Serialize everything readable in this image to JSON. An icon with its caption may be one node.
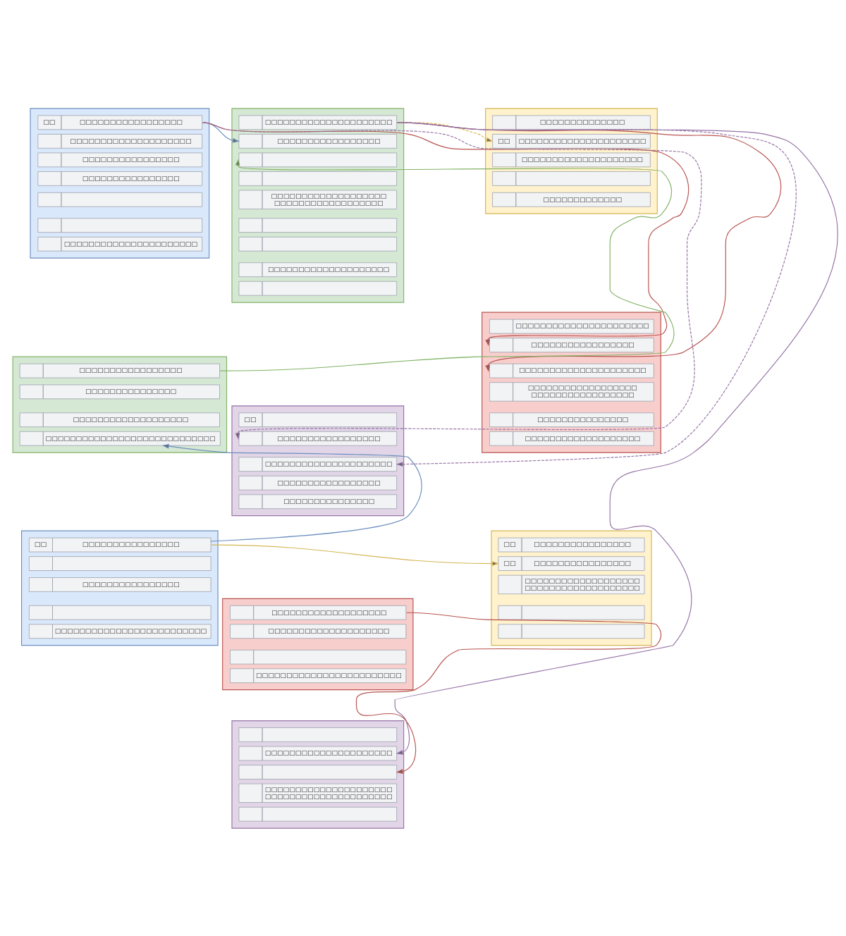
{
  "diagram": {
    "nodes": [
      {
        "text": [],
        "shape": "box"
      },
      {
        "text": [
          "□□",
          "□□□□□□□□□□□□□□□□□"
        ],
        "in": 0
      },
      {
        "text": [
          "□□□□□□□□□□□□□□□□□□□□"
        ],
        "in": 0
      },
      {
        "text": [
          "□□□□□□□□□□□□□□□□"
        ],
        "in": 0
      },
      {
        "text": [
          "□□□□□□□□□□□□□□□□"
        ],
        "in": 0
      },
      {
        "text": [],
        "shape": "box",
        "in": 0
      },
      {
        "text": [],
        "shape": "box",
        "in": 0
      },
      {
        "text": [
          "□□□□□□□□□□□□□□□□□□□□□□"
        ],
        "in": 0
      },
      {
        "text": [],
        "shape": "box"
      },
      {
        "text": [
          "□□□□□□□□□□□□□□□□□□□□□"
        ],
        "in": 8
      },
      {
        "text": [
          "□□□□□□□□□□□□□□□□□"
        ],
        "in": 8
      },
      {
        "text": [],
        "shape": "box",
        "in": 8
      },
      {
        "text": [],
        "shape": "box",
        "in": 8
      },
      {
        "text": [
          "□□□□□□□□□□□□□□□□□□□□□□□□□□□□□□□□□□□□□"
        ],
        "in": 8
      },
      {
        "text": [],
        "shape": "box",
        "in": 8
      },
      {
        "text": [],
        "shape": "box",
        "in": 8
      },
      {
        "text": [
          "□□□□□□□□□□□□□□□□□□□□"
        ],
        "in": 8
      },
      {
        "text": [],
        "shape": "box",
        "in": 8
      },
      {
        "text": [],
        "shape": "box"
      },
      {
        "text": [
          "□□□□□□□□□□□□□□"
        ],
        "in": 18
      },
      {
        "text": [
          "□□",
          "□□□□□□□□□□□□□□□□□□□□□"
        ],
        "in": 18
      },
      {
        "text": [
          "□□□□□□□□□□□□□□□□□□□□"
        ],
        "in": 18
      },
      {
        "text": [],
        "shape": "box",
        "in": 18
      },
      {
        "text": [
          "□□□□□□□□□□□□□"
        ],
        "in": 18
      },
      {
        "text": [],
        "shape": "box"
      },
      {
        "text": [
          "□□□□□□□□□□□□□□□□□□□□□□"
        ],
        "in": 24
      },
      {
        "text": [
          "□□□□□□□□□□□□□□□□□"
        ],
        "in": 24
      },
      {
        "text": [
          "□□□□□□□□□□□□□□□□□□□□□"
        ],
        "in": 24
      },
      {
        "text": [
          "□□□□□□□□□□□□□□□□□□□□□□□□□□□□□□□□□□□"
        ],
        "in": 24
      },
      {
        "text": [
          "□□□□□□□□□□□□□□□"
        ],
        "in": 24
      },
      {
        "text": [
          "□□□□□□□□□□□□□□□□□□□"
        ],
        "in": 24
      },
      {
        "text": [],
        "shape": "box"
      },
      {
        "text": [
          "□□□□□□□□□□□□□□□□□"
        ],
        "in": 31
      },
      {
        "text": [
          "□□□□□□□□□□□□□□□"
        ],
        "in": 31
      },
      {
        "text": [
          "□□□□□□□□□□□□□□□□□□□"
        ],
        "in": 31
      },
      {
        "text": [
          "□□□□□□□□□□□□□□□□□□□□□□□□□□□□"
        ],
        "in": 31
      },
      {
        "text": [],
        "shape": "box"
      },
      {
        "text": [
          "□□"
        ],
        "in": 36
      },
      {
        "text": [
          "□□□□□□□□□□□□□□□□□"
        ],
        "in": 36
      },
      {
        "text": [
          "□□□□□□□□□□□□□□□□□□□□□"
        ],
        "in": 36
      },
      {
        "text": [
          "□□□□□□□□□□□□□□□□□"
        ],
        "in": 36
      },
      {
        "text": [
          "□□□□□□□□□□□□□□□"
        ],
        "in": 36
      },
      {
        "text": [],
        "shape": "box"
      },
      {
        "text": [
          "□□",
          "□□□□□□□□□□□□□□□□"
        ],
        "in": 42
      },
      {
        "text": [
          "□□",
          "□□□□□□□□□□□□□□□□"
        ],
        "in": 42
      },
      {
        "text": [
          "□□□□□□□□□□□□□□□□□□□□□□□□□□□□□□□□□□□□□□"
        ],
        "in": 42
      },
      {
        "text": [],
        "shape": "box",
        "in": 42
      },
      {
        "text": [],
        "shape": "box",
        "in": 42
      },
      {
        "text": [],
        "shape": "box"
      },
      {
        "text": [
          "□□",
          "□□□□□□□□□□□□□□□□"
        ],
        "in": 48
      },
      {
        "text": [],
        "shape": "box",
        "in": 48
      },
      {
        "text": [
          "□□□□□□□□□□□□□□□□"
        ],
        "in": 48
      },
      {
        "text": [],
        "shape": "box",
        "in": 48
      },
      {
        "text": [
          "□□□□□□□□□□□□□□□□□□□□□□□□□"
        ],
        "in": 48
      },
      {
        "text": [],
        "shape": "box"
      },
      {
        "text": [
          "□□□□□□□□□□□□□□□□□□□"
        ],
        "in": 54
      },
      {
        "text": [
          "□□□□□□□□□□□□□□□□□□□□"
        ],
        "in": 54
      },
      {
        "text": [],
        "shape": "box",
        "in": 54
      },
      {
        "text": [
          "□□□□□□□□□□□□□□□□□□□□□□□□"
        ],
        "in": 54
      },
      {
        "text": [],
        "shape": "box"
      },
      {
        "text": [],
        "shape": "box",
        "in": 59
      },
      {
        "text": [
          "□□□□□□□□□□□□□□□□□□□□□"
        ],
        "in": 59
      },
      {
        "text": [],
        "shape": "box",
        "in": 59
      },
      {
        "text": [
          "□□□□□□□□□□□□□□□□□□□□□□□□□□□□□□□□□□□□□□□□□□"
        ],
        "in": 59
      },
      {
        "text": [],
        "shape": "box",
        "in": 59
      }
    ],
    "edges": [
      {
        "from": 1,
        "to": 10,
        "arrow": "to",
        "color": "#6c8ebf"
      },
      {
        "from": 1,
        "to": 26,
        "arrow": "to",
        "color": "#b85450"
      },
      {
        "from": 1,
        "to": 38,
        "arrow": "to",
        "style": "dashed",
        "color": "#9673a6"
      },
      {
        "from": 9,
        "to": 20,
        "arrow": "to",
        "style": "dashed",
        "color": "#d6b656"
      },
      {
        "from": 9,
        "to": 27,
        "arrow": "to",
        "color": "#b85450"
      },
      {
        "from": 9,
        "to": 39,
        "arrow": "to",
        "style": "dashed",
        "color": "#9673a6"
      },
      {
        "from": 9,
        "to": 61,
        "arrow": "to",
        "color": "#9673a6"
      },
      {
        "from": 32,
        "to": 11,
        "arrow": "to",
        "color": "#82b366"
      },
      {
        "from": 49,
        "to": 35,
        "arrow": "to",
        "color": "#6c8ebf"
      },
      {
        "from": 49,
        "to": 44,
        "arrow": "to",
        "color": "#d6b656"
      },
      {
        "from": 55,
        "to": 62,
        "arrow": "to",
        "color": "#b85450"
      }
    ]
  }
}
